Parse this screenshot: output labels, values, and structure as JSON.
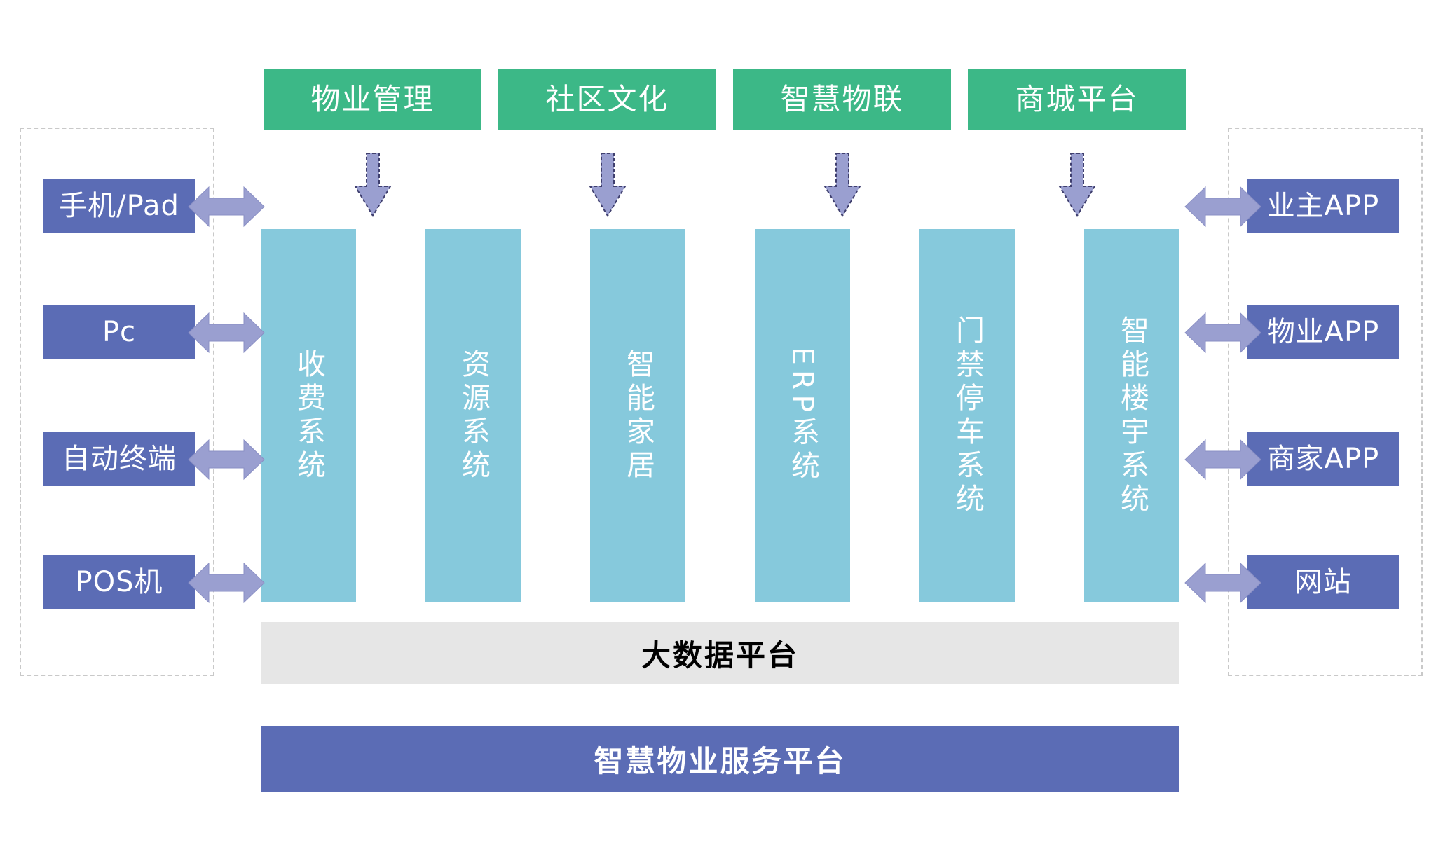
{
  "diagram": {
    "title_bar": {
      "label": "智慧物业服务平台"
    },
    "data_platform_bar": {
      "label": "大数据平台"
    },
    "channels": [
      {
        "label": "物业管理"
      },
      {
        "label": "社区文化"
      },
      {
        "label": "智慧物联"
      },
      {
        "label": "商城平台"
      }
    ],
    "systems": [
      {
        "label": "收费系统",
        "orientation": "vertical-cjk"
      },
      {
        "label": "资源系统",
        "orientation": "vertical-cjk"
      },
      {
        "label": "智能家居",
        "orientation": "vertical-cjk"
      },
      {
        "label": "ERP系统",
        "orientation": "vertical-mixed"
      },
      {
        "label": "门禁停车系统",
        "orientation": "vertical-cjk"
      },
      {
        "label": "智能楼宇系统",
        "orientation": "vertical-cjk"
      }
    ],
    "left_group": {
      "items": [
        {
          "label": "手机/Pad"
        },
        {
          "label": "Pc"
        },
        {
          "label": "自动终端"
        },
        {
          "label": "POS机"
        }
      ]
    },
    "right_group": {
      "items": [
        {
          "label": "业主APP"
        },
        {
          "label": "物业APP"
        },
        {
          "label": "商家APP"
        },
        {
          "label": "网站"
        }
      ]
    },
    "colors": {
      "channel_green": "#3cb887",
      "device_purple": "#5b6cb5",
      "system_teal": "#86c9dc",
      "arrow_purple": "#9a9fd0",
      "arrow_outline": "#5b5ea6",
      "data_platform_gray": "#e6e6e6",
      "frame_dashed": "#c9c9c9"
    }
  }
}
